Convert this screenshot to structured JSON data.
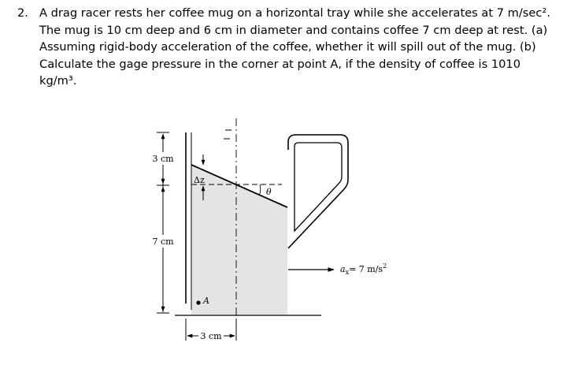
{
  "problem": {
    "number": "2.",
    "lines": [
      "A drag racer rests her coffee mug on a horizontal tray while she accelerates at 7 m/sec².",
      "The mug is 10 cm deep and 6 cm in diameter and contains coffee 7 cm deep at rest. (a)",
      "Assuming rigid-body acceleration of the coffee, whether it will spill out of the mug. (b)",
      "Calculate the gage pressure in the corner at point A, if the density of coffee is 1010",
      "kg/m³."
    ]
  },
  "figure": {
    "dim_top": "3 cm",
    "dim_middle": "7 cm",
    "dim_bottom": "3 cm",
    "delta_z": "Δz",
    "theta": "θ",
    "point_label": "A",
    "accel_a": "a",
    "accel_sub": "x",
    "accel_value": "= 7 m/s",
    "accel_exp": "2"
  },
  "colors": {
    "line": "#000000",
    "coffee_fill": "#e4e4e4",
    "background": "#ffffff"
  }
}
